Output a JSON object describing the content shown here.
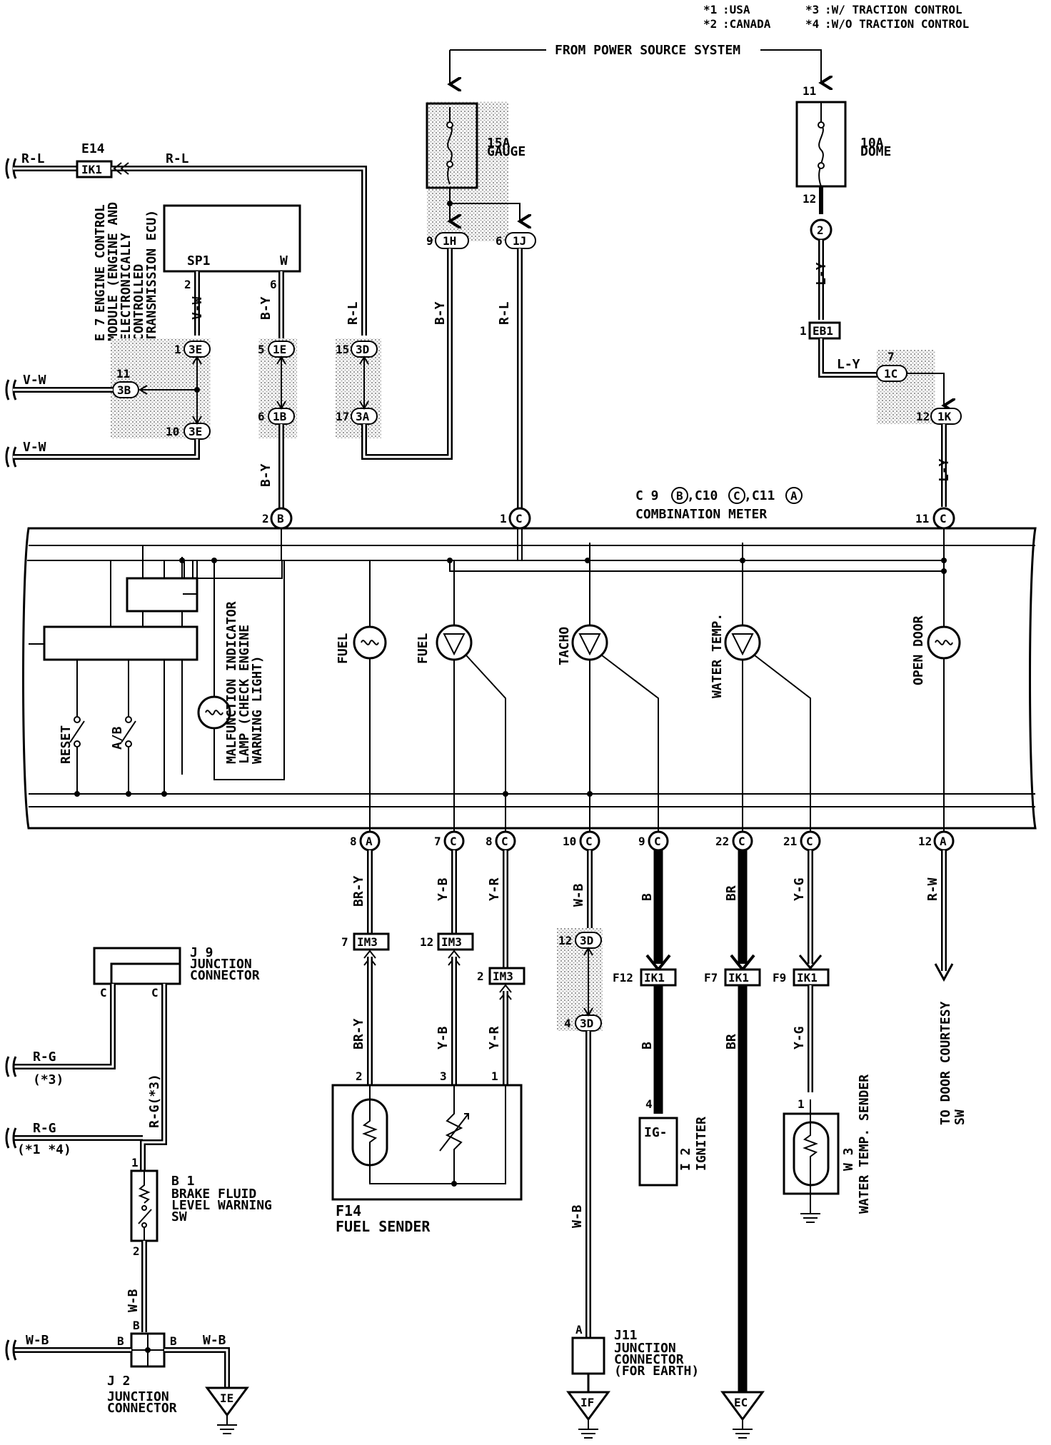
{
  "notes": [
    {
      "key": "*1",
      "text": ":USA"
    },
    {
      "key": "*2",
      "text": ":CANADA"
    },
    {
      "key": "*3",
      "text": ":W/ TRACTION CONTROL"
    },
    {
      "key": "*4",
      "text": ":W/O TRACTION CONTROL"
    }
  ],
  "power_source": "FROM POWER SOURCE SYSTEM",
  "fuses": [
    {
      "rating": "15A",
      "name": "GAUGE"
    },
    {
      "rating": "10A",
      "name": "DOME",
      "pin_in": "11",
      "pin_out": "12"
    }
  ],
  "ecu": {
    "id": "E 7",
    "name_lines": [
      "ENGINE CONTROL",
      "MODULE (ENGINE AND",
      "ELECTRONICALLY",
      "CONTROLLED",
      "TRANSMISSION ECU)"
    ],
    "pins": [
      {
        "name": "SP1",
        "num": "2"
      },
      {
        "name": "W",
        "num": "6"
      }
    ]
  },
  "combination_meter": {
    "connectors": "C 9 B ,C10 C ,C11 A",
    "connector_parts": [
      "C 9",
      "B",
      ",C10",
      "C",
      ",C11",
      "A"
    ],
    "name": "COMBINATION METER"
  },
  "gauges": [
    "FUEL",
    "FUEL",
    "TACHO",
    "WATER TEMP.",
    "OPEN DOOR"
  ],
  "mil_lines": [
    "MALFUNCTION INDICATOR",
    "LAMP (CHECK ENGINE",
    "WARNING LIGHT)"
  ],
  "switches": [
    "RESET",
    "A/B"
  ],
  "wire_colors": {
    "rl": "R-L",
    "vw": "V-W",
    "by": "B-Y",
    "ly": "L-Y",
    "bry": "BR-Y",
    "yb": "Y-B",
    "yr": "Y-R",
    "wb": "W-B",
    "b": "B",
    "br": "BR",
    "yg": "Y-G",
    "rw": "R-W",
    "rg": "R-G",
    "rg3": "R-G(*3)"
  },
  "connector_labels": {
    "e14": "E14",
    "ik1": "IK1",
    "eb1": "EB1",
    "im3": "IM3",
    "n1h": "1H",
    "n1j": "1J",
    "n3e": "3E",
    "n3b": "3B",
    "n1e": "1E",
    "n1b": "1B",
    "n3d": "3D",
    "n3a": "3A",
    "n1c": "1C",
    "n1k": "1K",
    "n3d2": "3D",
    "c2": "2",
    "a": "A",
    "b": "B",
    "c": "C"
  },
  "pin_numbers": {
    "p9": "9",
    "p6": "6",
    "p1": "1",
    "p11": "11",
    "p10": "10",
    "p5": "5",
    "p15": "15",
    "p17": "17",
    "p7": "7",
    "p12": "12",
    "p2": "2",
    "p8": "8",
    "p22": "22",
    "p21": "21",
    "p3": "3",
    "p4": "4"
  },
  "components": {
    "j9": {
      "id": "J 9",
      "name_lines": [
        "JUNCTION",
        "CONNECTOR"
      ],
      "pin": "C"
    },
    "b1": {
      "id": "B 1",
      "name_lines": [
        "BRAKE FLUID",
        "LEVEL WARNING",
        "SW"
      ]
    },
    "j2": {
      "id": "J 2",
      "name_lines": [
        "JUNCTION",
        "CONNECTOR"
      ],
      "pin": "B"
    },
    "f14": {
      "id": "F14",
      "name": "FUEL SENDER"
    },
    "i2": {
      "id": "I 2",
      "name": "IGNITER",
      "terminal": "IG-"
    },
    "w3": {
      "id": "W 3",
      "name": "WATER TEMP. SENDER"
    },
    "j11": {
      "id": "J11",
      "name_lines": [
        "JUNCTION",
        "CONNECTOR",
        "(FOR EARTH)"
      ],
      "pin": "A"
    },
    "door": {
      "text_lines": [
        "TO DOOR COURTESY",
        "SW"
      ]
    }
  },
  "ik1_pins": [
    "F12",
    "F7",
    "F9"
  ],
  "grounds": [
    "IE",
    "IF",
    "EC"
  ],
  "variants": {
    "v3": "(*3)",
    "v14": "(*1 *4)"
  }
}
